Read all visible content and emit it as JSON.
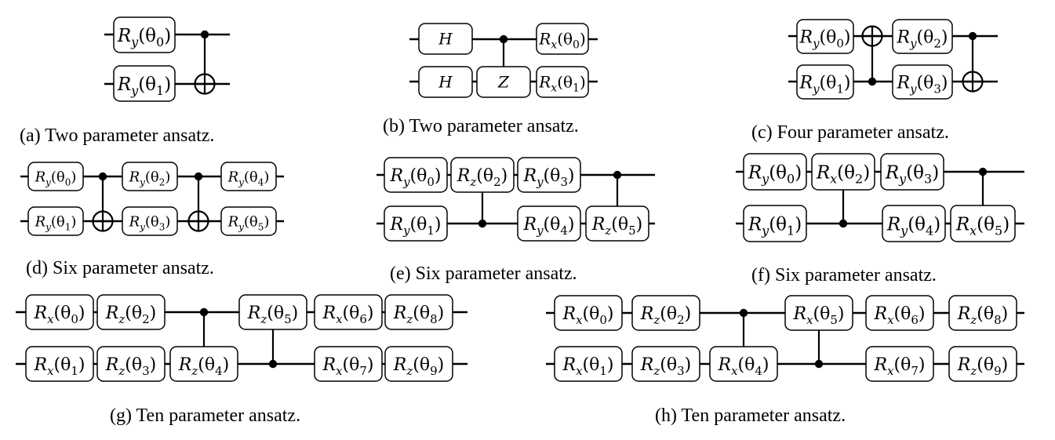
{
  "panels": [
    {
      "id": "a",
      "caption": "(a) Two parameter ansatz.",
      "gates": [
        {
          "kind": "box",
          "op": "R",
          "sub": "y",
          "param": "0",
          "qubit": 0
        },
        {
          "kind": "box",
          "op": "R",
          "sub": "y",
          "param": "1",
          "qubit": 1
        },
        {
          "kind": "cnot",
          "control": 0,
          "target": 1
        }
      ]
    },
    {
      "id": "b",
      "caption": "(b) Two parameter ansatz.",
      "gates": [
        {
          "kind": "box",
          "op": "H",
          "sub": "",
          "param": "",
          "qubit": 0
        },
        {
          "kind": "box",
          "op": "H",
          "sub": "",
          "param": "",
          "qubit": 1
        },
        {
          "kind": "cz",
          "control": 0,
          "target": 1,
          "op": "Z"
        },
        {
          "kind": "box",
          "op": "R",
          "sub": "x",
          "param": "0",
          "qubit": 0
        },
        {
          "kind": "box",
          "op": "R",
          "sub": "x",
          "param": "1",
          "qubit": 1
        }
      ]
    },
    {
      "id": "c",
      "caption": "(c) Four parameter ansatz.",
      "gates": [
        {
          "kind": "box",
          "op": "R",
          "sub": "y",
          "param": "0",
          "qubit": 0
        },
        {
          "kind": "box",
          "op": "R",
          "sub": "y",
          "param": "1",
          "qubit": 1
        },
        {
          "kind": "cnot",
          "control": 1,
          "target": 0
        },
        {
          "kind": "box",
          "op": "R",
          "sub": "y",
          "param": "2",
          "qubit": 0
        },
        {
          "kind": "box",
          "op": "R",
          "sub": "y",
          "param": "3",
          "qubit": 1
        },
        {
          "kind": "cnot",
          "control": 0,
          "target": 1
        }
      ]
    },
    {
      "id": "d",
      "caption": "(d) Six parameter ansatz.",
      "gates": [
        {
          "kind": "box",
          "op": "R",
          "sub": "y",
          "param": "0",
          "qubit": 0
        },
        {
          "kind": "box",
          "op": "R",
          "sub": "y",
          "param": "1",
          "qubit": 1
        },
        {
          "kind": "cnot",
          "control": 0,
          "target": 1
        },
        {
          "kind": "box",
          "op": "R",
          "sub": "y",
          "param": "2",
          "qubit": 0
        },
        {
          "kind": "box",
          "op": "R",
          "sub": "y",
          "param": "3",
          "qubit": 1
        },
        {
          "kind": "cnot",
          "control": 0,
          "target": 1
        },
        {
          "kind": "box",
          "op": "R",
          "sub": "y",
          "param": "4",
          "qubit": 0
        },
        {
          "kind": "box",
          "op": "R",
          "sub": "y",
          "param": "5",
          "qubit": 1
        }
      ]
    },
    {
      "id": "e",
      "caption": "(e) Six parameter ansatz.",
      "gates": [
        {
          "kind": "box",
          "op": "R",
          "sub": "y",
          "param": "0",
          "qubit": 0
        },
        {
          "kind": "box",
          "op": "R",
          "sub": "y",
          "param": "1",
          "qubit": 1
        },
        {
          "kind": "cgate",
          "control": 1,
          "target": 0,
          "op": "R",
          "sub": "z",
          "param": "2"
        },
        {
          "kind": "box",
          "op": "R",
          "sub": "y",
          "param": "3",
          "qubit": 0
        },
        {
          "kind": "box",
          "op": "R",
          "sub": "y",
          "param": "4",
          "qubit": 1
        },
        {
          "kind": "cgate",
          "control": 0,
          "target": 1,
          "op": "R",
          "sub": "z",
          "param": "5"
        }
      ]
    },
    {
      "id": "f",
      "caption": "(f) Six parameter ansatz.",
      "gates": [
        {
          "kind": "box",
          "op": "R",
          "sub": "y",
          "param": "0",
          "qubit": 0
        },
        {
          "kind": "box",
          "op": "R",
          "sub": "y",
          "param": "1",
          "qubit": 1
        },
        {
          "kind": "cgate",
          "control": 1,
          "target": 0,
          "op": "R",
          "sub": "x",
          "param": "2"
        },
        {
          "kind": "box",
          "op": "R",
          "sub": "y",
          "param": "3",
          "qubit": 0
        },
        {
          "kind": "box",
          "op": "R",
          "sub": "y",
          "param": "4",
          "qubit": 1
        },
        {
          "kind": "cgate",
          "control": 0,
          "target": 1,
          "op": "R",
          "sub": "x",
          "param": "5"
        }
      ]
    },
    {
      "id": "g",
      "caption": "(g) Ten parameter ansatz.",
      "gates": [
        {
          "kind": "box",
          "op": "R",
          "sub": "x",
          "param": "0",
          "qubit": 0
        },
        {
          "kind": "box",
          "op": "R",
          "sub": "x",
          "param": "1",
          "qubit": 1
        },
        {
          "kind": "box",
          "op": "R",
          "sub": "z",
          "param": "2",
          "qubit": 0
        },
        {
          "kind": "box",
          "op": "R",
          "sub": "z",
          "param": "3",
          "qubit": 1
        },
        {
          "kind": "cgate",
          "control": 0,
          "target": 1,
          "op": "R",
          "sub": "z",
          "param": "4"
        },
        {
          "kind": "cgate",
          "control": 1,
          "target": 0,
          "op": "R",
          "sub": "z",
          "param": "5"
        },
        {
          "kind": "box",
          "op": "R",
          "sub": "x",
          "param": "6",
          "qubit": 0
        },
        {
          "kind": "box",
          "op": "R",
          "sub": "x",
          "param": "7",
          "qubit": 1
        },
        {
          "kind": "box",
          "op": "R",
          "sub": "z",
          "param": "8",
          "qubit": 0
        },
        {
          "kind": "box",
          "op": "R",
          "sub": "z",
          "param": "9",
          "qubit": 1
        }
      ]
    },
    {
      "id": "h",
      "caption": "(h) Ten parameter ansatz.",
      "gates": [
        {
          "kind": "box",
          "op": "R",
          "sub": "x",
          "param": "0",
          "qubit": 0
        },
        {
          "kind": "box",
          "op": "R",
          "sub": "x",
          "param": "1",
          "qubit": 1
        },
        {
          "kind": "box",
          "op": "R",
          "sub": "z",
          "param": "2",
          "qubit": 0
        },
        {
          "kind": "box",
          "op": "R",
          "sub": "z",
          "param": "3",
          "qubit": 1
        },
        {
          "kind": "cgate",
          "control": 0,
          "target": 1,
          "op": "R",
          "sub": "x",
          "param": "4"
        },
        {
          "kind": "cgate",
          "control": 1,
          "target": 0,
          "op": "R",
          "sub": "x",
          "param": "5"
        },
        {
          "kind": "box",
          "op": "R",
          "sub": "x",
          "param": "6",
          "qubit": 0
        },
        {
          "kind": "box",
          "op": "R",
          "sub": "x",
          "param": "7",
          "qubit": 1
        },
        {
          "kind": "box",
          "op": "R",
          "sub": "z",
          "param": "8",
          "qubit": 0
        },
        {
          "kind": "box",
          "op": "R",
          "sub": "z",
          "param": "9",
          "qubit": 1
        }
      ]
    }
  ]
}
